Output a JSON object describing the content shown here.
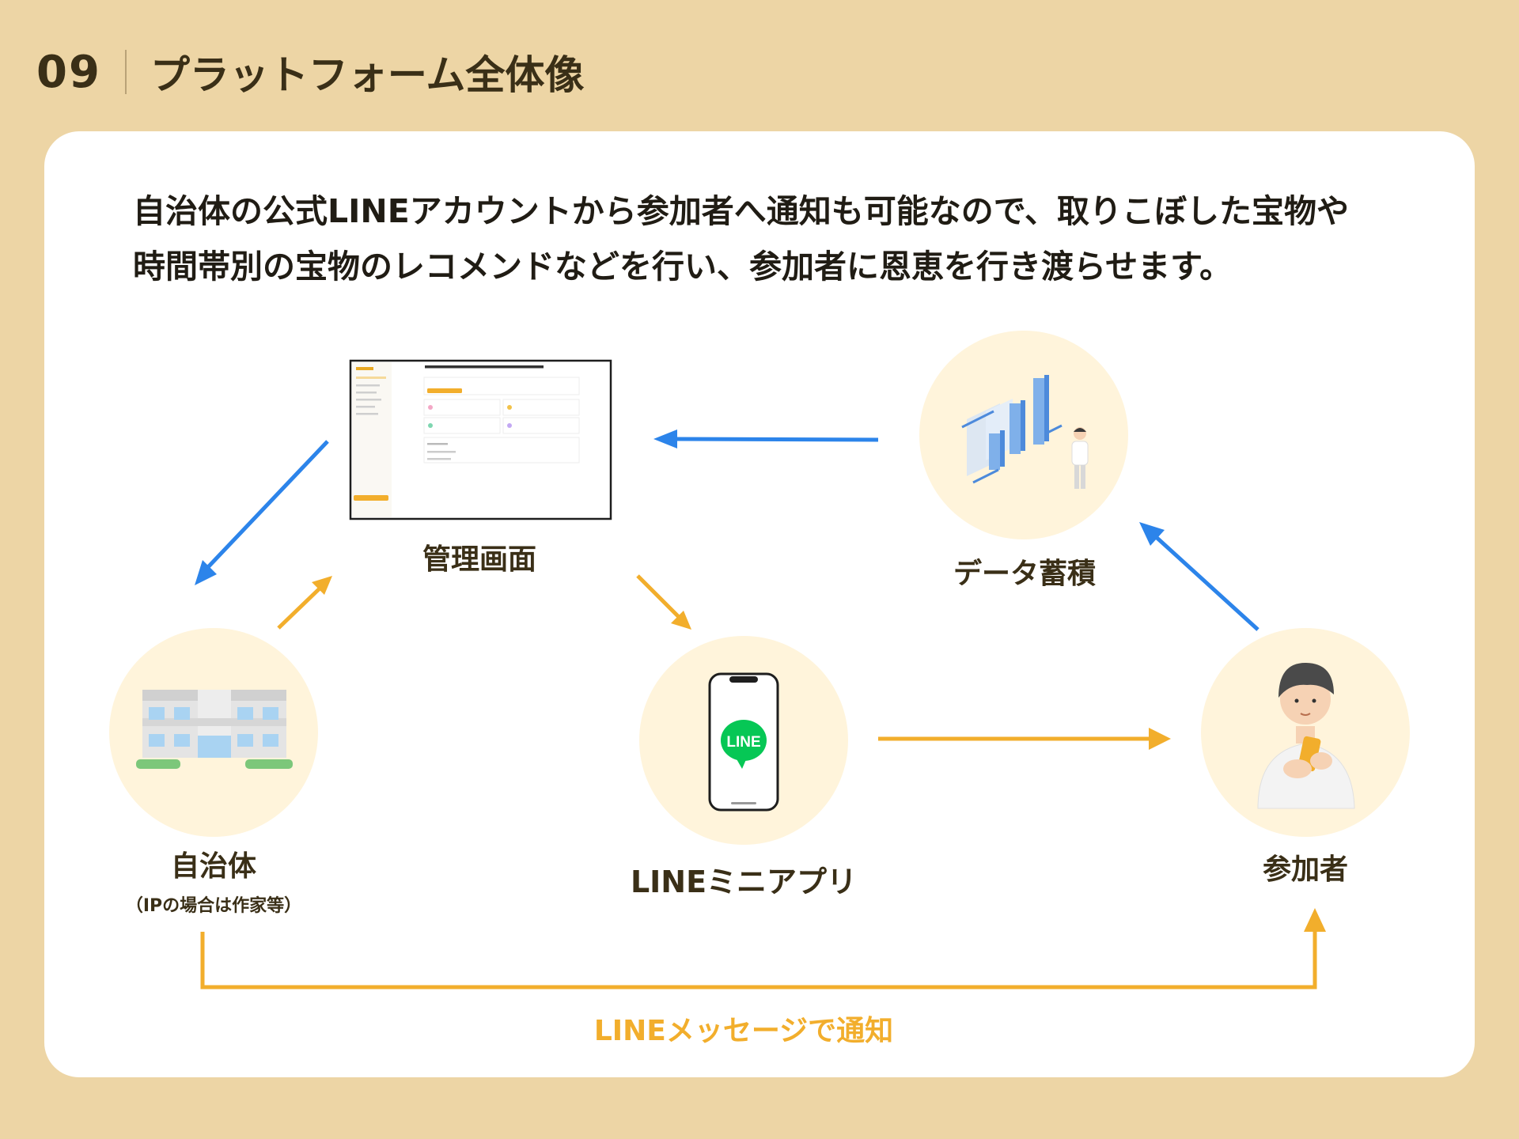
{
  "header": {
    "number": "09",
    "title": "プラットフォーム全体像"
  },
  "intro": {
    "line1": "自治体の公式LINEアカウントから参加者へ通知も可能なので、取りこぼした宝物や",
    "line2": "時間帯別の宝物のレコメンドなどを行い、参加者に恩恵を行き渡らせます。"
  },
  "nodes": {
    "admin": {
      "label": "管理画面"
    },
    "data": {
      "label": "データ蓄積"
    },
    "municipality": {
      "label": "自治体",
      "sublabel": "（IPの場合は作家等）"
    },
    "miniapp": {
      "label": "LINEミニアプリ",
      "logo_text": "LINE"
    },
    "participant": {
      "label": "参加者"
    }
  },
  "notify_label": "LINEメッセージで通知",
  "colors": {
    "background": "#EDD5A5",
    "card": "#FFFFFF",
    "circle": "#FFF4DB",
    "arrow_blue": "#2C84EA",
    "arrow_orange": "#F2AE2C",
    "line_green": "#06C755",
    "notify_text": "#F2AE2C"
  }
}
